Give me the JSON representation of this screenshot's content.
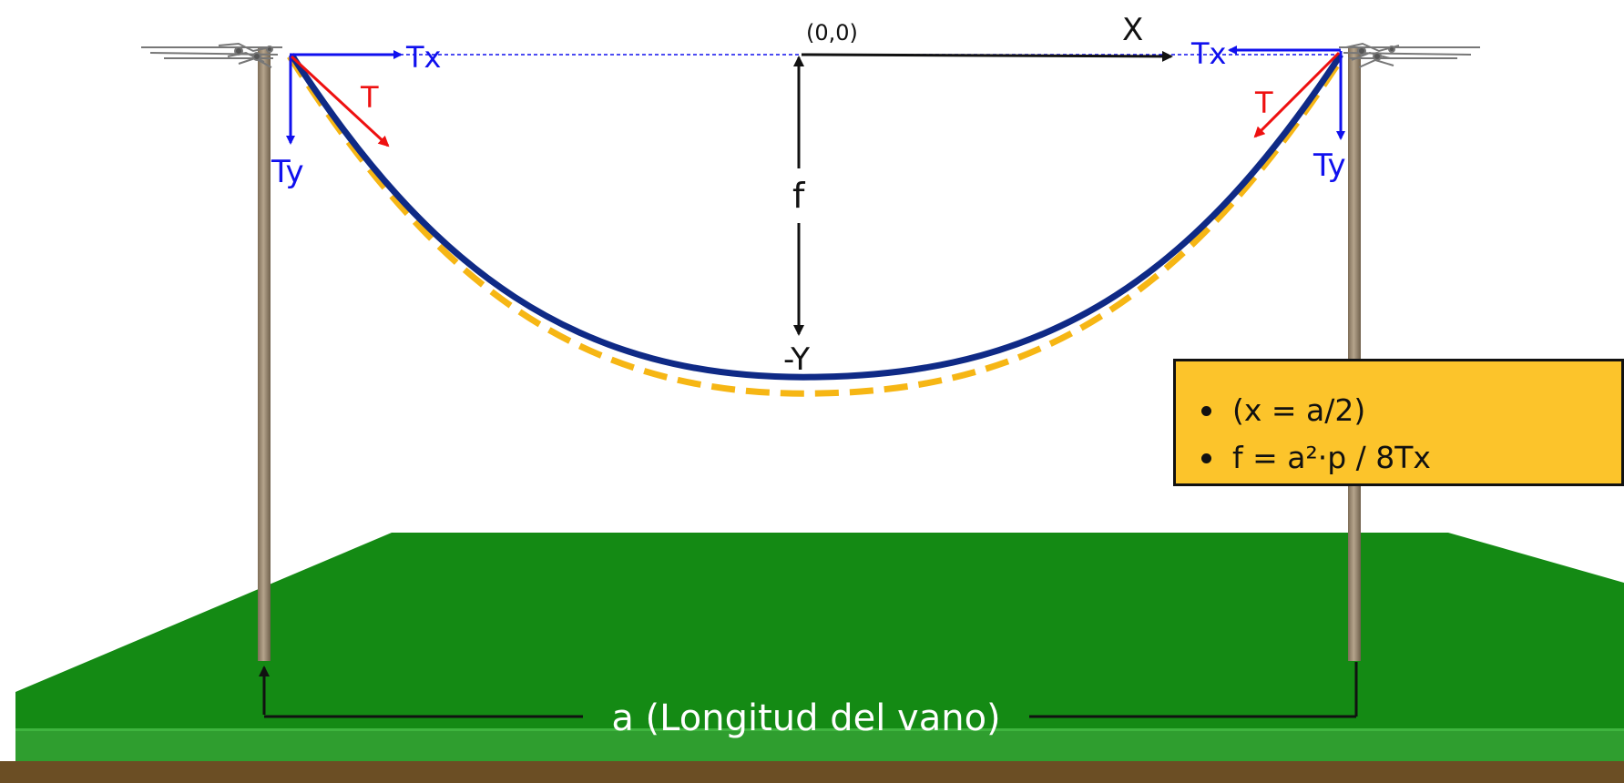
{
  "colors": {
    "sky": "#ffffff",
    "ground_top": "#148a14",
    "ground_front": "#2f9e2f",
    "ground_front_light": "#3fb53f",
    "soil": "#6b4e24",
    "pole": "#9d8a72",
    "cable": "#0f2a86",
    "cable_dashed": "#f6b614",
    "force_tx_ty": "#1010ee",
    "force_t": "#ee1010",
    "axis": "#111111",
    "formula_box": "#fcc42b"
  },
  "labels": {
    "origin": "(0,0)",
    "x_axis": "X",
    "y_axis": "-Y",
    "sag": "f",
    "left_tx": "Tx",
    "left_ty": "Ty",
    "left_t": "T",
    "right_tx": "Tx",
    "right_ty": "Ty",
    "right_t": "T",
    "span": "a (Longitud del vano)"
  },
  "formulas": [
    "(x = a/2)",
    "f = a²·p / 8Tx"
  ]
}
